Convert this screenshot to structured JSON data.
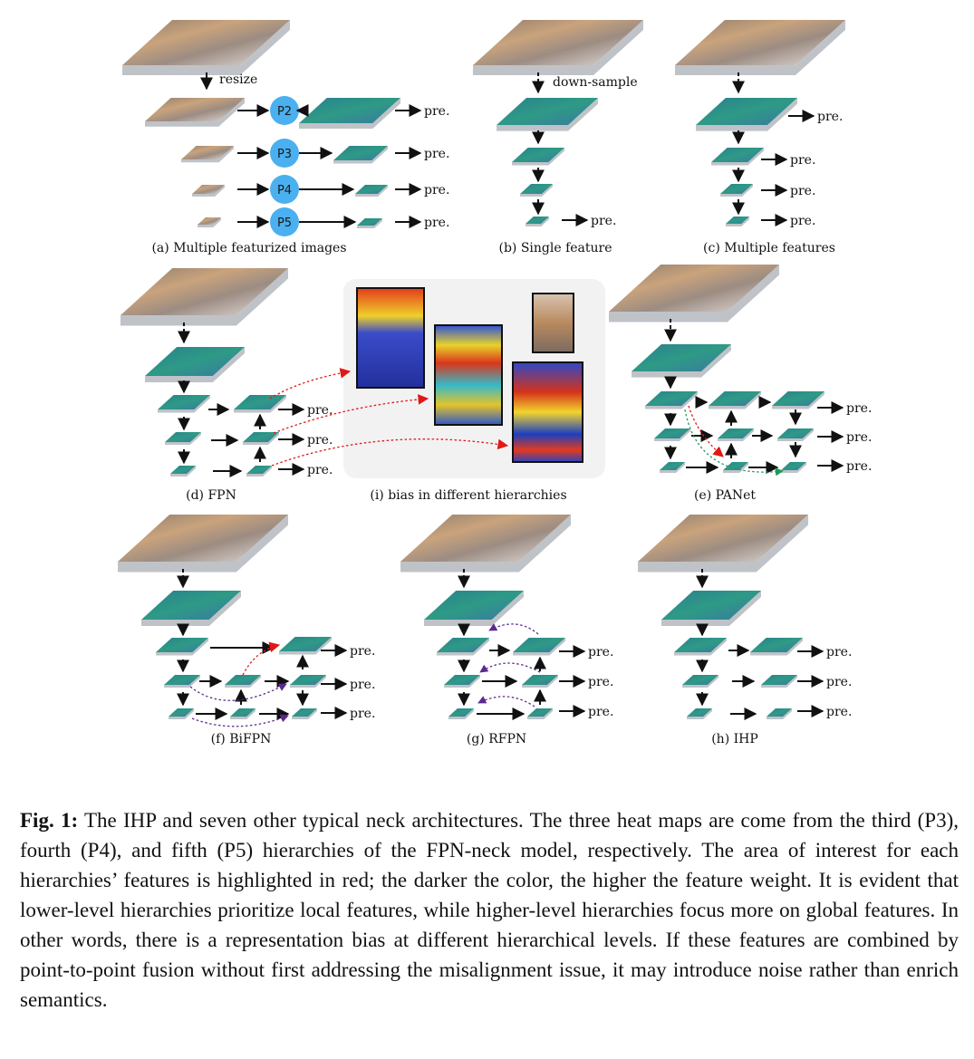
{
  "panels": {
    "a": "(a) Multiple featurized images",
    "b": "(b) Single feature",
    "c": "(c) Multiple features",
    "d": "(d) FPN",
    "i": "(i) bias in different hierarchies",
    "e": "(e) PANet",
    "f": "(f) BiFPN",
    "g": "(g) RFPN",
    "h": "(h)  IHP"
  },
  "labels": {
    "resize": "resize",
    "downsample": "down-sample",
    "pre": "pre.",
    "nodes": [
      "P2",
      "P3",
      "P4",
      "P5"
    ]
  },
  "colors": {
    "feature_map": "#2e8f86",
    "node_fill": "#4ab0ef",
    "red_arrow": "#e11818",
    "purple_arrow": "#5b2a8e",
    "green_arrow": "#1f9a5a",
    "slab_edge": "#bfc3c8"
  },
  "caption": {
    "lead": "Fig. 1:",
    "text": " The IHP and seven other typical neck architectures. The three heat maps are come from the third (P3), fourth (P4), and fifth (P5) hierarchies of the FPN-neck model, respectively. The area of interest for each hierarchies’ features is highlighted in red; the darker the color, the higher the feature weight. It is evident that lower-level hierarchies prioritize local features, while higher-level hierarchies focus more on global features. In other words, there is a representation bias at different hierarchical levels. If these features are combined by point-to-point fusion without first addressing the misalignment issue, it may introduce noise rather than enrich semantics."
  }
}
